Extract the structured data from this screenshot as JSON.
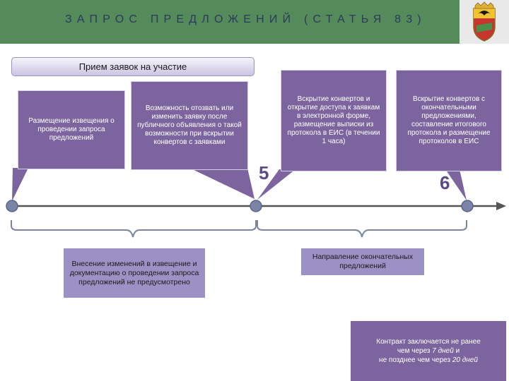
{
  "header": {
    "title": "ЗАПРОС ПРЕДЛОЖЕНИЙ (СТАТЬЯ 83)",
    "emblem_icon": "city-coat-of-arms-icon",
    "band_color": "#558a5b"
  },
  "reception_bar": {
    "label": "Прием заявок на участие"
  },
  "callouts": {
    "notice": "Размещение извещения о проведении запроса предложений",
    "withdraw": "Возможность отозвать или изменить заявку после публичного объявления о такой возможности при вскрытии конвертов с заявками",
    "opening": "Вскрытие конвертов и открытие доступа к заявкам в электронной форме, размещение выписки из протокола в ЕИС (в течении 1 часа)",
    "final_opening": "Вскрытие конвертов с окончательными предложениями, составление итогового протокола и размещение протоколов в ЕИС"
  },
  "step_numbers": {
    "first": "5",
    "second": "6"
  },
  "lower_boxes": {
    "no_changes": "Внесение изменений в извещение и документацию о проведении запроса предложений не предусмотрено",
    "final_offers": "Направление окончательных предложений"
  },
  "contract": {
    "line1": "Контракт заключается не ранее",
    "line2_prefix": "чем через ",
    "line2_days": "7 дней",
    "line2_suffix": " и",
    "line3_prefix": "не позднее чем через ",
    "line3_days": "20 дней"
  },
  "colors": {
    "callout": "#7c659e",
    "lavender_box": "#9c91c4",
    "timeline": "#555555",
    "node": "#7b83a6"
  }
}
